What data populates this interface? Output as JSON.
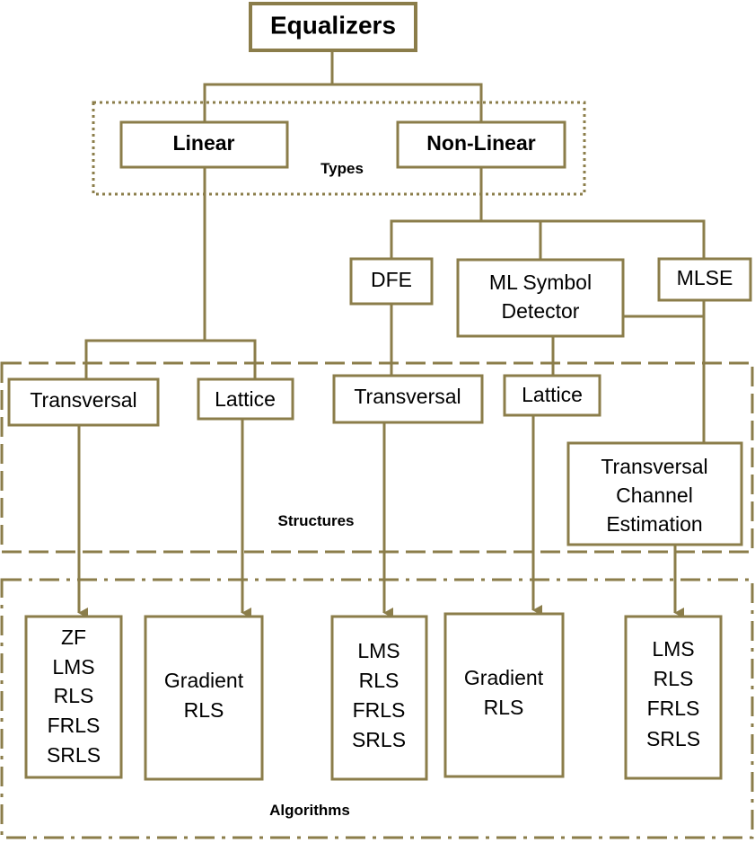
{
  "root": {
    "label": "Equalizers"
  },
  "groups": {
    "types": "Types",
    "structures": "Structures",
    "algorithms": "Algorithms"
  },
  "types": {
    "linear": "Linear",
    "nonlinear": "Non-Linear"
  },
  "nonlinear_children": {
    "dfe": "DFE",
    "ml_symbol_detector": [
      "ML Symbol",
      "Detector"
    ],
    "mlse": "MLSE"
  },
  "structures": {
    "linear_transversal": "Transversal",
    "linear_lattice": "Lattice",
    "dfe_transversal": "Transversal",
    "dfe_lattice": "Lattice",
    "mlse_channel": [
      "Transversal",
      "Channel",
      "Estimation"
    ]
  },
  "algorithms": {
    "linear_transversal": [
      "ZF",
      "LMS",
      "RLS",
      "FRLS",
      "SRLS"
    ],
    "linear_lattice": [
      "Gradient",
      "RLS"
    ],
    "dfe_transversal": [
      "LMS",
      "RLS",
      "FRLS",
      "SRLS"
    ],
    "dfe_lattice": [
      "Gradient",
      "RLS"
    ],
    "mlse_channel": [
      "LMS",
      "RLS",
      "FRLS",
      "SRLS"
    ]
  },
  "colors": {
    "stroke": "#8b7d4a",
    "text": "#000000",
    "background": "#ffffff"
  }
}
